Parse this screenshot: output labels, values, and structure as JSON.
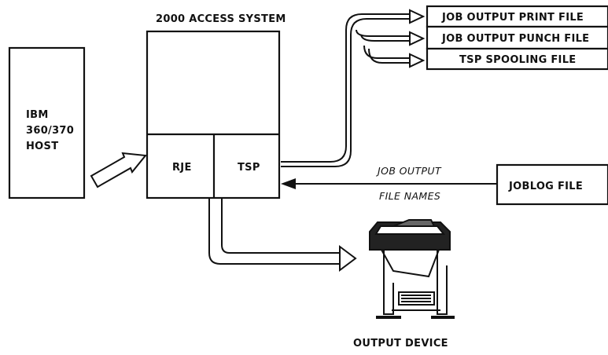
{
  "diagram": {
    "system_title": "2000 ACCESS SYSTEM",
    "host_label_lines": [
      "IBM",
      "360/370",
      "HOST"
    ],
    "rje_label": "RJE",
    "tsp_label": "TSP",
    "files": [
      "JOB OUTPUT PRINT FILE",
      "JOB OUTPUT PUNCH FILE",
      "TSP SPOOLING FILE"
    ],
    "joblog_label": "JOBLOG  FILE",
    "job_output_lines": [
      "JOB OUTPUT",
      "FILE NAMES"
    ],
    "output_device_label": "OUTPUT DEVICE"
  }
}
